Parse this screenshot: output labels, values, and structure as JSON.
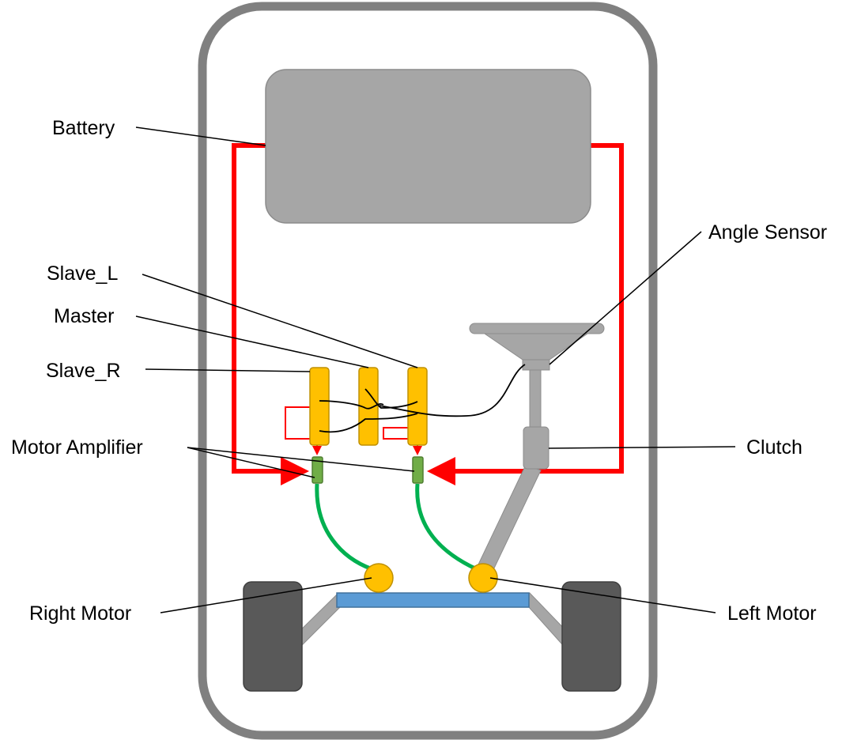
{
  "labels": {
    "battery": "Battery",
    "slave_l": "Slave_L",
    "master": "Master",
    "slave_r": "Slave_R",
    "motor_amplifier": "Motor Amplifier",
    "angle_sensor": "Angle Sensor",
    "clutch": "Clutch",
    "right_motor": "Right Motor",
    "left_motor": "Left Motor"
  },
  "colors": {
    "body_outline": "#808080",
    "battery": "#a6a6a6",
    "power_wire": "#ff0000",
    "controller": "#ffc000",
    "motor": "#ffc000",
    "amplifier": "#70ad47",
    "motor_cable": "#00b050",
    "axle": "#5b9bd5",
    "steering": "#a6a6a6",
    "wheel": "#595959"
  }
}
